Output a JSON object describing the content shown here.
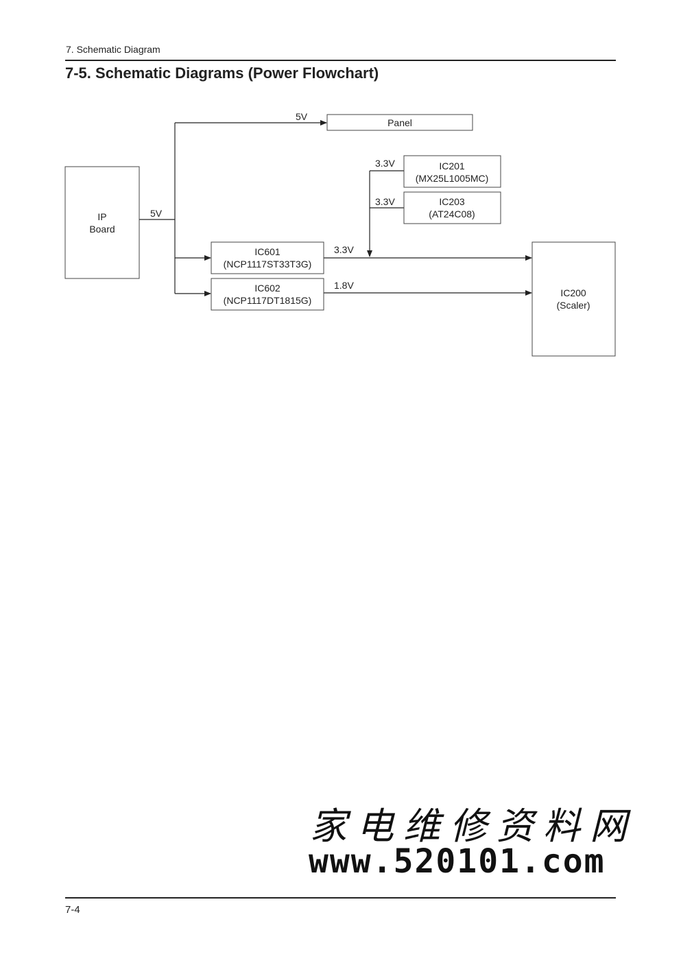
{
  "header": {
    "section": "7. Schematic Diagram",
    "title": "7-5. Schematic Diagrams (Power Flowchart)"
  },
  "diagram": {
    "blocks": {
      "ip_board": [
        "IP",
        "Board"
      ],
      "panel": [
        "Panel"
      ],
      "ic201": [
        "IC201",
        "(MX25L1005MC)"
      ],
      "ic203": [
        "IC203",
        "(AT24C08)"
      ],
      "ic601": [
        "IC601",
        "(NCP1117ST33T3G)"
      ],
      "ic602": [
        "IC602",
        "(NCP1117DT1815G)"
      ],
      "ic200": [
        "IC200",
        "(Scaler)"
      ]
    },
    "voltages": {
      "ip_out": "5V",
      "panel_in": "5V",
      "ic201_in": "3.3V",
      "ic203_in": "3.3V",
      "ic601_out": "3.3V",
      "ic602_out": "1.8V"
    }
  },
  "watermark": {
    "chinese": "家电维修资料网",
    "url": "www.520101.com"
  },
  "footer": {
    "page": "7-4"
  }
}
